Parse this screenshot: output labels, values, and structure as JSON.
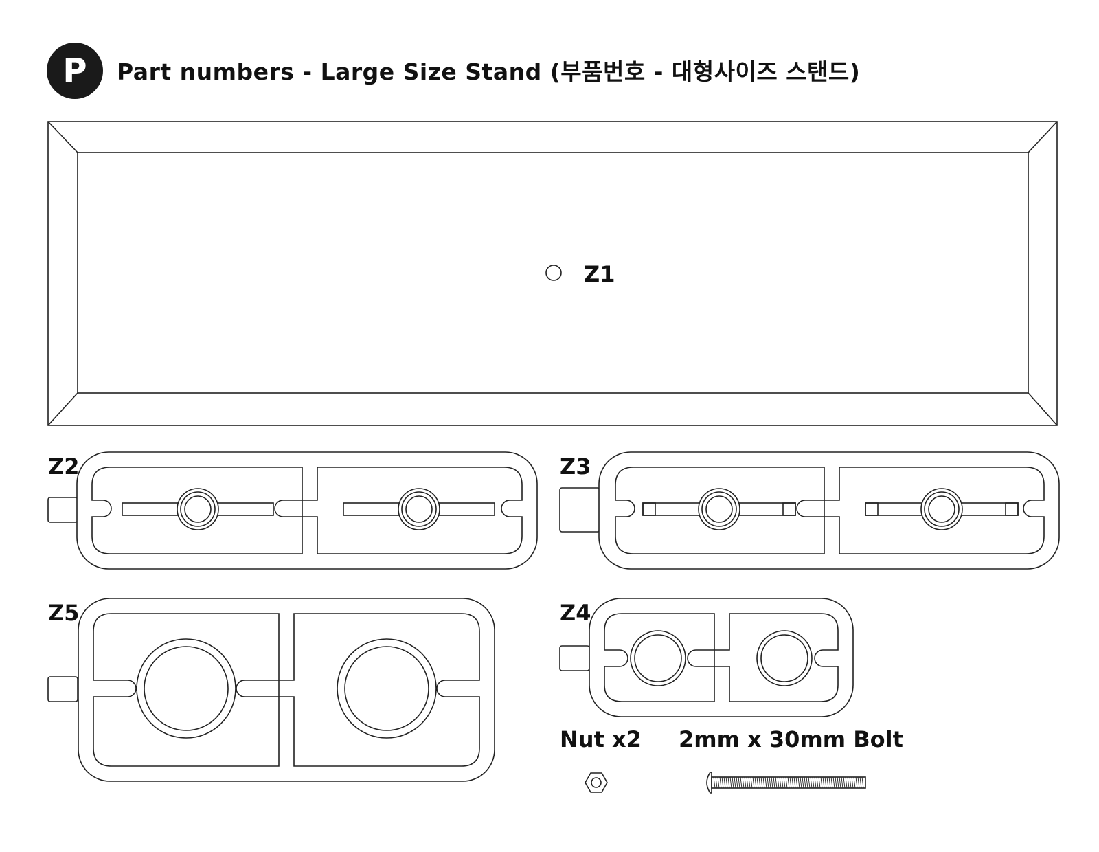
{
  "header": {
    "badge_letter": "P",
    "title": "Part numbers - Large Size Stand (부품번호 - 대형사이즈 스탠드)"
  },
  "parts": {
    "z1": "Z1",
    "z2": "Z2",
    "z3": "Z3",
    "z4": "Z4",
    "z5": "Z5",
    "nut": "Nut x2",
    "bolt": "2mm x 30mm Bolt"
  }
}
